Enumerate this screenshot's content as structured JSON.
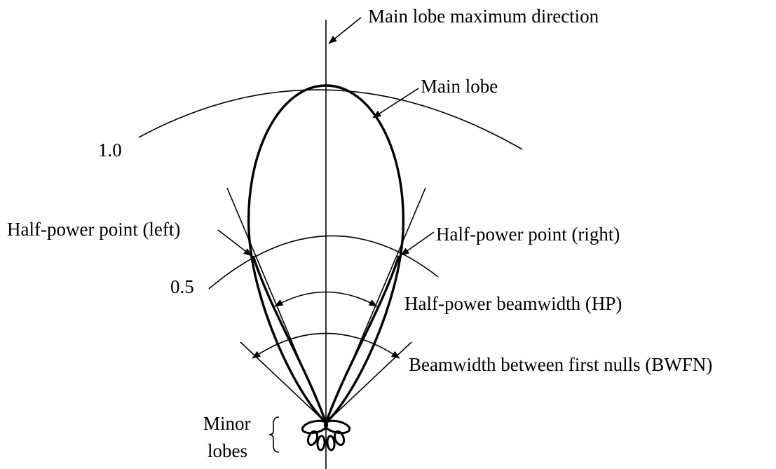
{
  "labels": {
    "main_lobe_direction": "Main lobe maximum direction",
    "main_lobe": "Main lobe",
    "level_1": "1.0",
    "level_05": "0.5",
    "half_power_left": "Half-power point (left)",
    "half_power_right": "Half-power point (right)",
    "hpbw": "Half-power beamwidth (HP)",
    "bwfn": "Beamwidth between first nulls (BWFN)",
    "minor_line1": "Minor",
    "minor_line2": "lobes"
  }
}
